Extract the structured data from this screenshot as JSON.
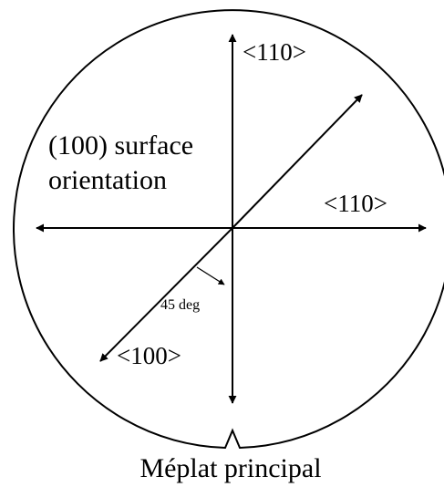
{
  "labels": {
    "direction_top": "<110>",
    "direction_right": "<110>",
    "direction_bottom_left": "<100>",
    "surface_line1": "(100) surface",
    "surface_line2": "orientation",
    "angle": "45 deg",
    "flat_caption": "Méplat principal"
  },
  "colors": {
    "stroke": "#000000",
    "background": "#ffffff"
  }
}
